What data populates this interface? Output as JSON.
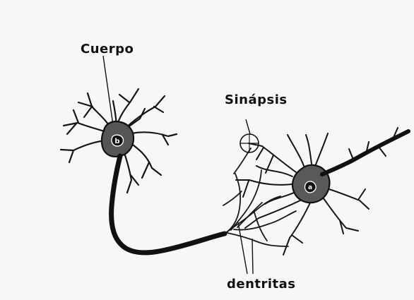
{
  "diagram": {
    "labels": {
      "cell_body": "Cuerpo",
      "synapse": "Sinápsis",
      "dendrites": "dentritas"
    },
    "nucleus_letters": {
      "left_neuron": "b",
      "right_neuron": "a"
    }
  }
}
